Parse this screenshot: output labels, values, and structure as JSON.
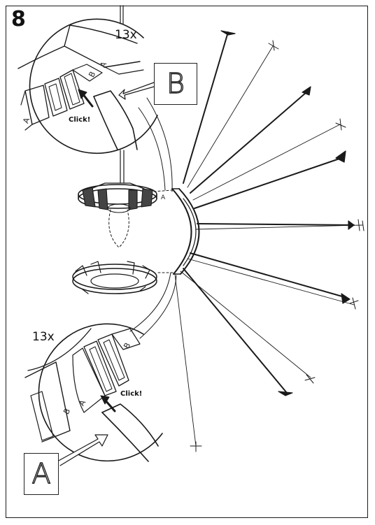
{
  "step": {
    "number": "8"
  },
  "detail_top": {
    "count": "13x",
    "click_label": "Click!",
    "label_b": "B",
    "label_a": "A",
    "callout": "B"
  },
  "detail_bottom": {
    "count": "13x",
    "click_label": "Click!",
    "label_b": "B",
    "label_a": "A",
    "callout": "A"
  },
  "hub": {
    "marker": "A"
  }
}
